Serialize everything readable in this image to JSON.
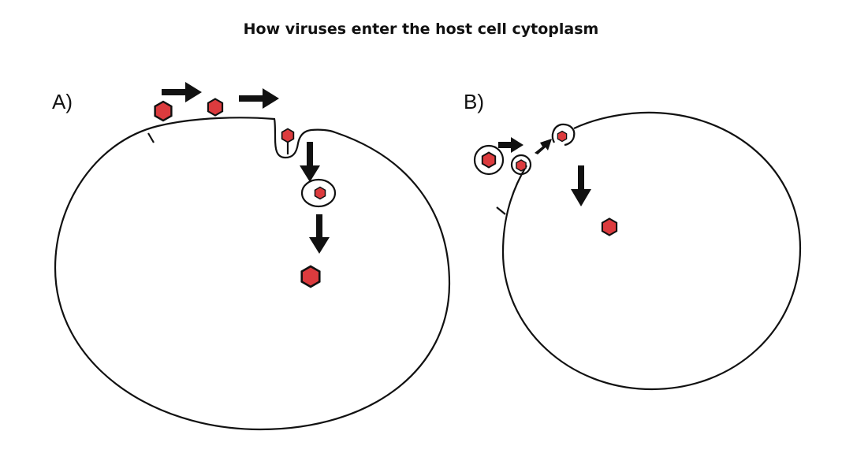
{
  "title": "How viruses enter the host cell cytoplasm",
  "panels": [
    {
      "label": "A)"
    },
    {
      "label": "B)"
    }
  ],
  "colors": {
    "virus_fill": "#dc3b3e",
    "stroke": "#111111",
    "background": "#ffffff"
  },
  "icons": [
    "virus-icon",
    "arrow-icon",
    "vesicle-icon",
    "cell-membrane"
  ]
}
